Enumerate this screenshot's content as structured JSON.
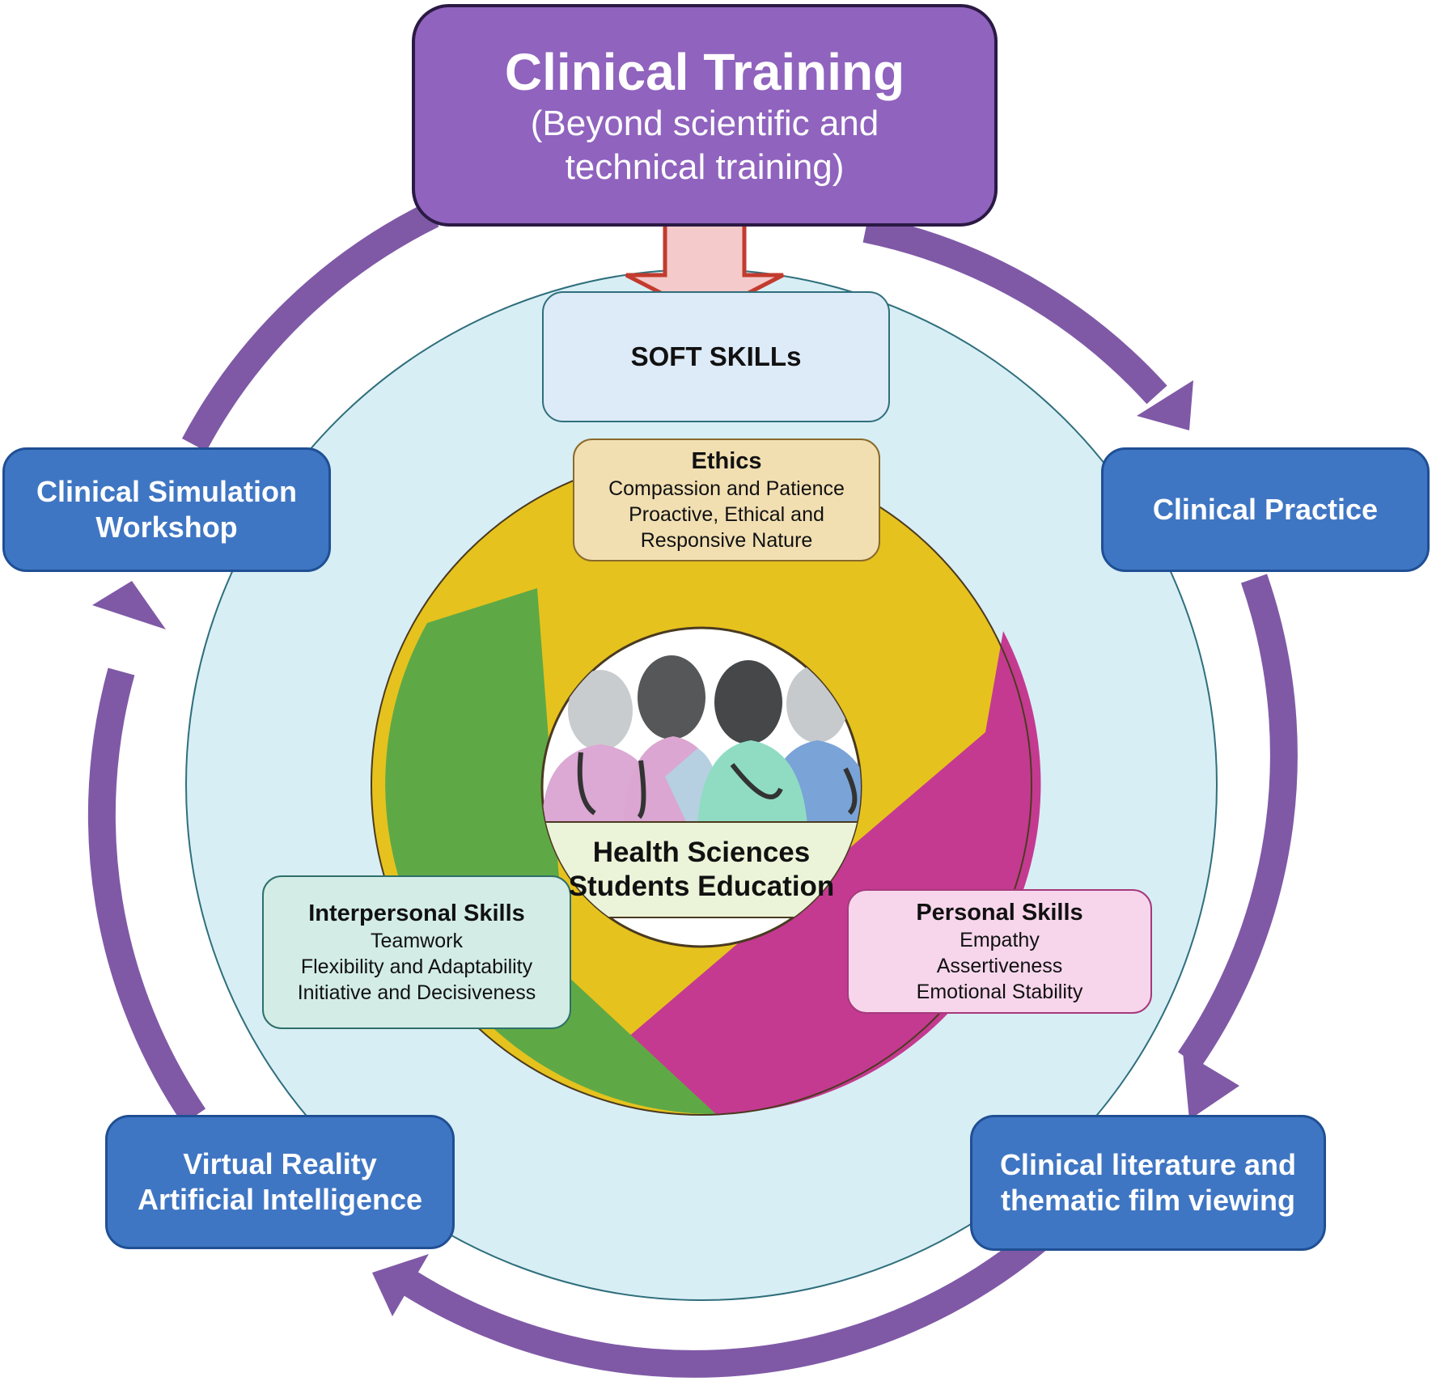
{
  "header": {
    "title": "Clinical Training",
    "subtitle_lines": [
      "(Beyond scientific and",
      "technical training)"
    ]
  },
  "soft_skills": {
    "label": "SOFT SKILLs"
  },
  "skills": {
    "ethics": {
      "title": "Ethics",
      "items": [
        "Compassion and Patience",
        "Proactive, Ethical and",
        "Responsive Nature"
      ]
    },
    "interpersonal": {
      "title": "Interpersonal Skills",
      "items": [
        "Teamwork",
        "Flexibility and Adaptability",
        "Initiative and Decisiveness"
      ]
    },
    "personal": {
      "title": "Personal Skills",
      "items": [
        "Empathy",
        "Assertiveness",
        "Emotional Stability"
      ]
    }
  },
  "center": {
    "lines": [
      "Health Sciences",
      "Students Education"
    ]
  },
  "methods": {
    "simulation": {
      "lines": [
        "Clinical Simulation",
        "Workshop"
      ]
    },
    "practice": {
      "lines": [
        "Clinical Practice"
      ]
    },
    "literature": {
      "lines": [
        "Clinical literature and",
        "thematic film viewing"
      ]
    },
    "vr_ai": {
      "lines": [
        "Virtual Reality",
        "Artificial Intelligence"
      ]
    }
  },
  "colors": {
    "title_box": "#9063be",
    "cycle_arrow": "#7f59a6",
    "method_box": "#3f76c3",
    "inner_circle": "#d8eef5",
    "ethics_segment": "#e6c21e",
    "personal_segment": "#c43a90",
    "interpersonal_segment": "#5ea945",
    "soft_box": "#ddeaf7",
    "down_arrow": "#f4caca"
  }
}
